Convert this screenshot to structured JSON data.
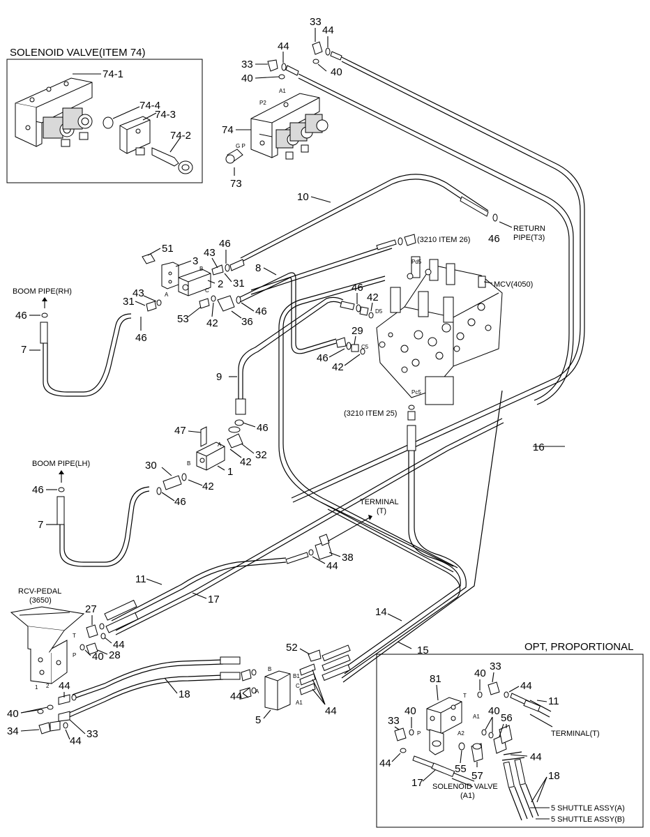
{
  "insets": {
    "solenoid_valve_title": "SOLENOID VALVE(ITEM 74)",
    "opt_title": "OPT, PROPORTIONAL"
  },
  "callouts": {
    "sv_74_1": "74-1",
    "sv_74_4": "74-4",
    "sv_74_3": "74-3",
    "sv_74_2": "74-2",
    "t33a": "33",
    "t44a": "44",
    "t33b": "33",
    "t44b": "44",
    "t40a": "40",
    "t40b": "40",
    "t74": "74",
    "t73": "73",
    "t10": "10",
    "t46a": "46",
    "t51": "51",
    "t3": "3",
    "t43a": "43",
    "t46b": "46",
    "t8": "8",
    "t2": "2",
    "t31a": "31",
    "t43b": "43",
    "t31b": "31",
    "t46c": "46",
    "t46d": "46",
    "t53": "53",
    "t42a": "42",
    "t36": "36",
    "t46e": "46",
    "t42b": "42",
    "t29": "29",
    "t46f": "46",
    "t42c": "42",
    "t7a": "7",
    "t9": "9",
    "t46g": "46",
    "t47": "47",
    "t32": "32",
    "t42d": "42",
    "t16": "16",
    "t30": "30",
    "t1": "1",
    "t42e": "42",
    "t46h": "46",
    "t46i": "46",
    "t7b": "7",
    "t38": "38",
    "t44c": "44",
    "t11a": "11",
    "t17a": "17",
    "t27": "27",
    "t44d": "44",
    "t28": "28",
    "t40c": "40",
    "t14": "14",
    "t15": "15",
    "t52": "52",
    "t18a": "18",
    "t44e": "44",
    "t44f": "44",
    "t5": "5",
    "t44g": "44",
    "t40d": "40",
    "t34": "34",
    "t44h": "44",
    "t33c": "33",
    "t40e": "40",
    "t33d": "33",
    "t44i": "44",
    "t81": "81",
    "t11b": "11",
    "t40f": "40",
    "t56": "56",
    "t33e": "33",
    "t40g": "40",
    "t44j": "44",
    "t44k": "44",
    "t55": "55",
    "t57": "57",
    "t18b": "18",
    "t17b": "17"
  },
  "labels": {
    "return_pipe": "RETURN",
    "return_pipe2": "PIPE(T3)",
    "item26": "(3210 ITEM 26)",
    "mcv": "MCV(4050)",
    "item25": "(3210 ITEM 25)",
    "boom_rh": "BOOM PIPE(RH)",
    "boom_lh": "BOOM PIPE(LH)",
    "terminal_t": "TERMINAL",
    "terminal_t2": "(T)",
    "rcv_pedal": "RCV-PEDAL",
    "rcv_pedal2": "(3650)",
    "terminal_opt": "TERMINAL(T)",
    "sol_valve_a1": "SOLENOID VALVE",
    "sol_valve_a1_2": "(A1)",
    "shuttle_a": "5 SHUTTLE ASSY(A)",
    "shuttle_b": "5 SHUTTLE ASSY(B)"
  },
  "ports": {
    "p2": "P2",
    "a1": "A1",
    "gp": "G P",
    "a": "A",
    "b": "B",
    "c": "C",
    "pd5": "Pd5",
    "d5": "D5",
    "c5": "C5",
    "pc5": "Pc5",
    "a2": "A",
    "b2": "B",
    "t": "T",
    "p": "P",
    "one": "1",
    "two": "2",
    "b_blk": "B",
    "a_blk": "A",
    "b1": "B1",
    "c_blk": "C",
    "a1_blk": "A1",
    "opt_t": "T",
    "opt_a1": "A1",
    "opt_p": "P",
    "opt_a2": "A2"
  }
}
